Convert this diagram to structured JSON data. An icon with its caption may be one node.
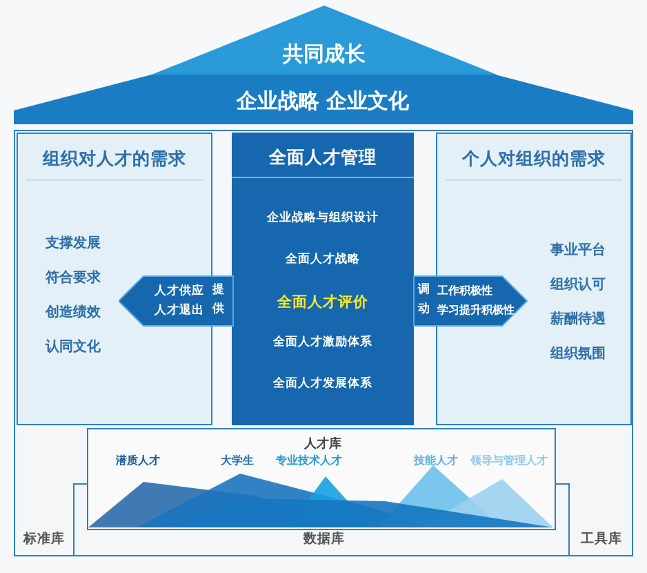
{
  "diagram": {
    "nodes": [
      {
        "text": [
          "共同成长"
        ]
      },
      {
        "text": [
          "企业战略 企业文化"
        ]
      },
      {
        "text": [
          "组织对人才的需求",
          "支撑发展",
          "符合要求",
          "创造绩效",
          "认同文化"
        ]
      },
      {
        "text": [
          "全面人才管理",
          "企业战略与组织设计",
          "全面人才战略",
          "全面人才评价",
          "全面人才激励体系",
          "全面人才发展体系"
        ]
      },
      {
        "text": [
          "个人对组织的需求",
          "事业平台",
          "组织认可",
          "薪酬待遇",
          "组织氛围"
        ]
      },
      {
        "text": [
          "人才供应",
          "人才退出",
          "提供"
        ]
      },
      {
        "text": [
          "调动",
          "工作积极性",
          "学习提升积极性"
        ]
      },
      {
        "text": [
          "标准库",
          "数据库",
          "工具库"
        ]
      },
      {
        "text": [
          "人才库",
          "潜质人才",
          "大学生",
          "专业技术人才",
          "技能人才",
          "领导与管理人才"
        ],
        "in": 7
      }
    ]
  }
}
